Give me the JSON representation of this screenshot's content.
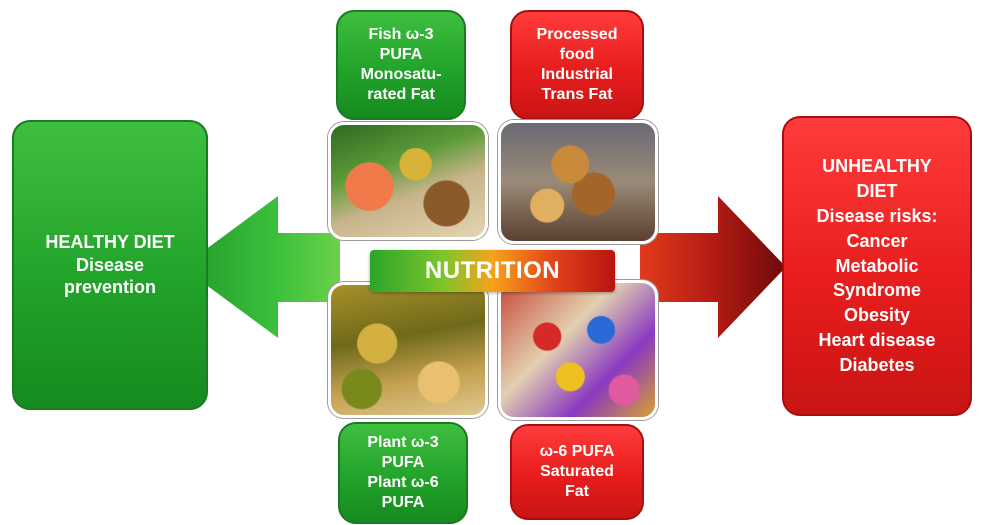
{
  "left_box": {
    "lines": [
      "HEALTHY DIET",
      "Disease",
      "prevention"
    ]
  },
  "right_box": {
    "lines": [
      "UNHEALTHY",
      "DIET",
      "Disease risks:",
      "Cancer",
      "Metabolic",
      "Syndrome",
      "Obesity",
      "Heart disease",
      "Diabetes"
    ]
  },
  "top_left_box": {
    "lines": [
      "Fish ω-3",
      "PUFA",
      "Monosatu-",
      "rated Fat"
    ]
  },
  "top_right_box": {
    "lines": [
      "Processed",
      "food",
      "Industrial",
      "Trans Fat"
    ]
  },
  "bottom_left_box": {
    "lines": [
      "Plant ω-3",
      "PUFA",
      "Plant ω-6",
      "PUFA"
    ]
  },
  "bottom_right_box": {
    "lines": [
      "ω-6 PUFA",
      "Saturated",
      "Fat"
    ]
  },
  "center_label": "NUTRITION",
  "colors": {
    "healthy": "#22a32a",
    "unhealthy": "#e81d1d",
    "arrow_mid": "#f7a21b"
  }
}
